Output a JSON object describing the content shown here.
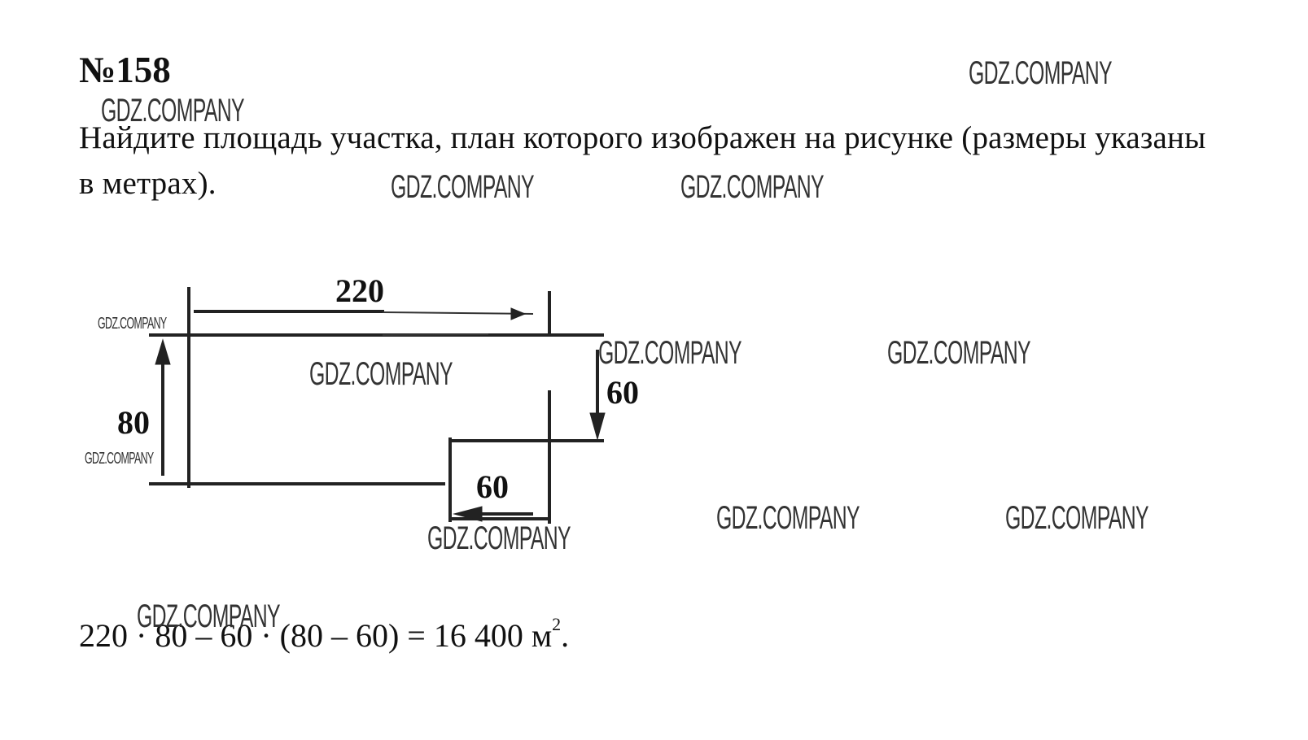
{
  "problem": {
    "number": "№158",
    "text": "Найдите площадь участка, план которого изображен на рисунке (размеры указаны в метрах)."
  },
  "figure": {
    "labels": {
      "top_length": "220",
      "left_height": "80",
      "step_down": "60",
      "step_width": "60"
    }
  },
  "solution": {
    "expression": "220 · 80 – 60 · (80 – 60) = 16 400 м",
    "superscript": "2",
    "end": "."
  },
  "watermarks": [
    "GDZ.COMPANY",
    "GDZ.COMPANY",
    "GDZ.COMPANY",
    "GDZ.COMPANY",
    "GDZ.COMPANY",
    "GDZ.COMPANY",
    "GDZ.COMPANY",
    "GDZ.COMPANY",
    "GDZ.COMPANY",
    "GDZ.COMPANY",
    "GDZ.COMPANY",
    "GDZ.COMPANY",
    "GDZ.COMPANY"
  ]
}
